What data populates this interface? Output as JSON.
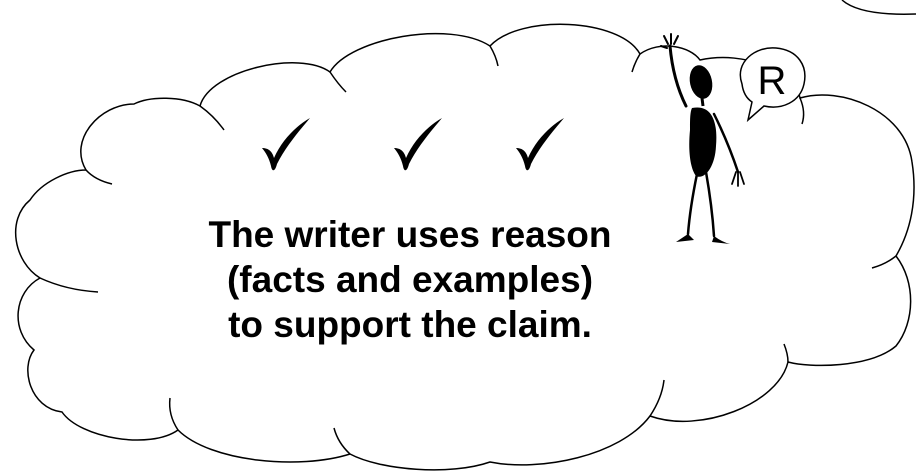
{
  "cloud_text": {
    "lines": [
      "The writer uses reason",
      "(facts and examples)",
      "to support the claim."
    ]
  },
  "speech_bubble": {
    "letter": "R"
  },
  "checkmarks": {
    "count": 3
  },
  "colors": {
    "outline": "#000000",
    "fill": "#ffffff",
    "text": "#000000"
  }
}
